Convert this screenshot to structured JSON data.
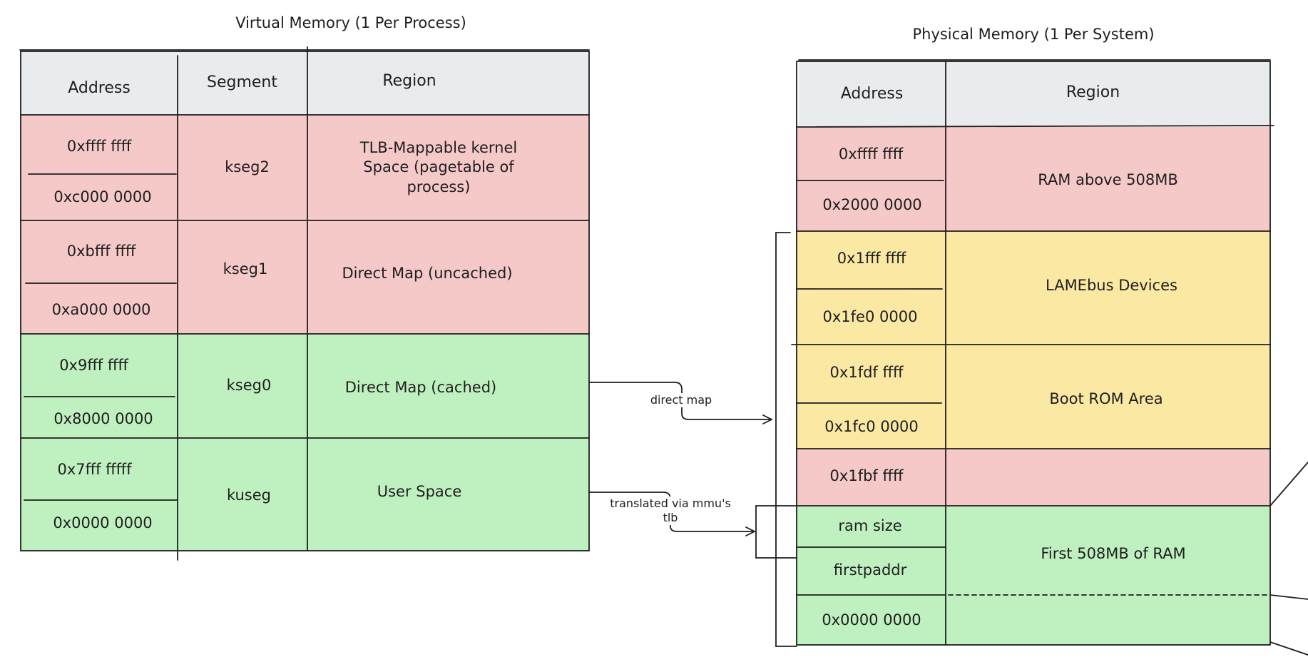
{
  "virtual": {
    "title": "Virtual Memory (1 Per Process)",
    "headers": {
      "address": "Address",
      "segment": "Segment",
      "region": "Region"
    },
    "rows": [
      {
        "addr_top": "0xffff ffff",
        "addr_bottom": "0xc000 0000",
        "segment": "kseg2",
        "region": "TLB-Mappable kernel Space (pagetable of process)",
        "color": "#f6c9c9"
      },
      {
        "addr_top": "0xbfff ffff",
        "addr_bottom": "0xa000 0000",
        "segment": "kseg1",
        "region": "Direct Map (uncached)",
        "color": "#f6c9c9"
      },
      {
        "addr_top": "0x9fff ffff",
        "addr_bottom": "0x8000 0000",
        "segment": "kseg0",
        "region": "Direct Map (cached)",
        "color": "#bff0bf"
      },
      {
        "addr_top": "0x7fff fffff",
        "addr_bottom": "0x0000 0000",
        "segment": "kuseg",
        "region": "User Space",
        "color": "#bff0bf"
      }
    ]
  },
  "physical": {
    "title": "Physical Memory (1 Per System)",
    "headers": {
      "address": "Address",
      "region": "Region"
    },
    "rows": [
      {
        "addr_top": "0xffff ffff",
        "addr_bottom": "0x2000 0000",
        "region": "RAM above 508MB",
        "color": "#f6c9c9"
      },
      {
        "addr_top": "0x1fff ffff",
        "addr_bottom": "0x1fe0 0000",
        "region": "LAMEbus Devices",
        "color": "#fbe9a3"
      },
      {
        "addr_top": "0x1fdf ffff",
        "addr_bottom": "0x1fc0 0000",
        "region": "Boot ROM Area",
        "color": "#fbe9a3"
      },
      {
        "addr_single": "0x1fbf ffff",
        "region": "",
        "color": "#f6c9c9"
      },
      {
        "addr_a": "ram size",
        "addr_b": "firstpaddr",
        "addr_c": "0x0000 0000",
        "region": "First 508MB of RAM",
        "color": "#bff0bf"
      }
    ]
  },
  "arrows": {
    "direct_map": "direct map",
    "translated": "translated via mmu's tlb"
  }
}
